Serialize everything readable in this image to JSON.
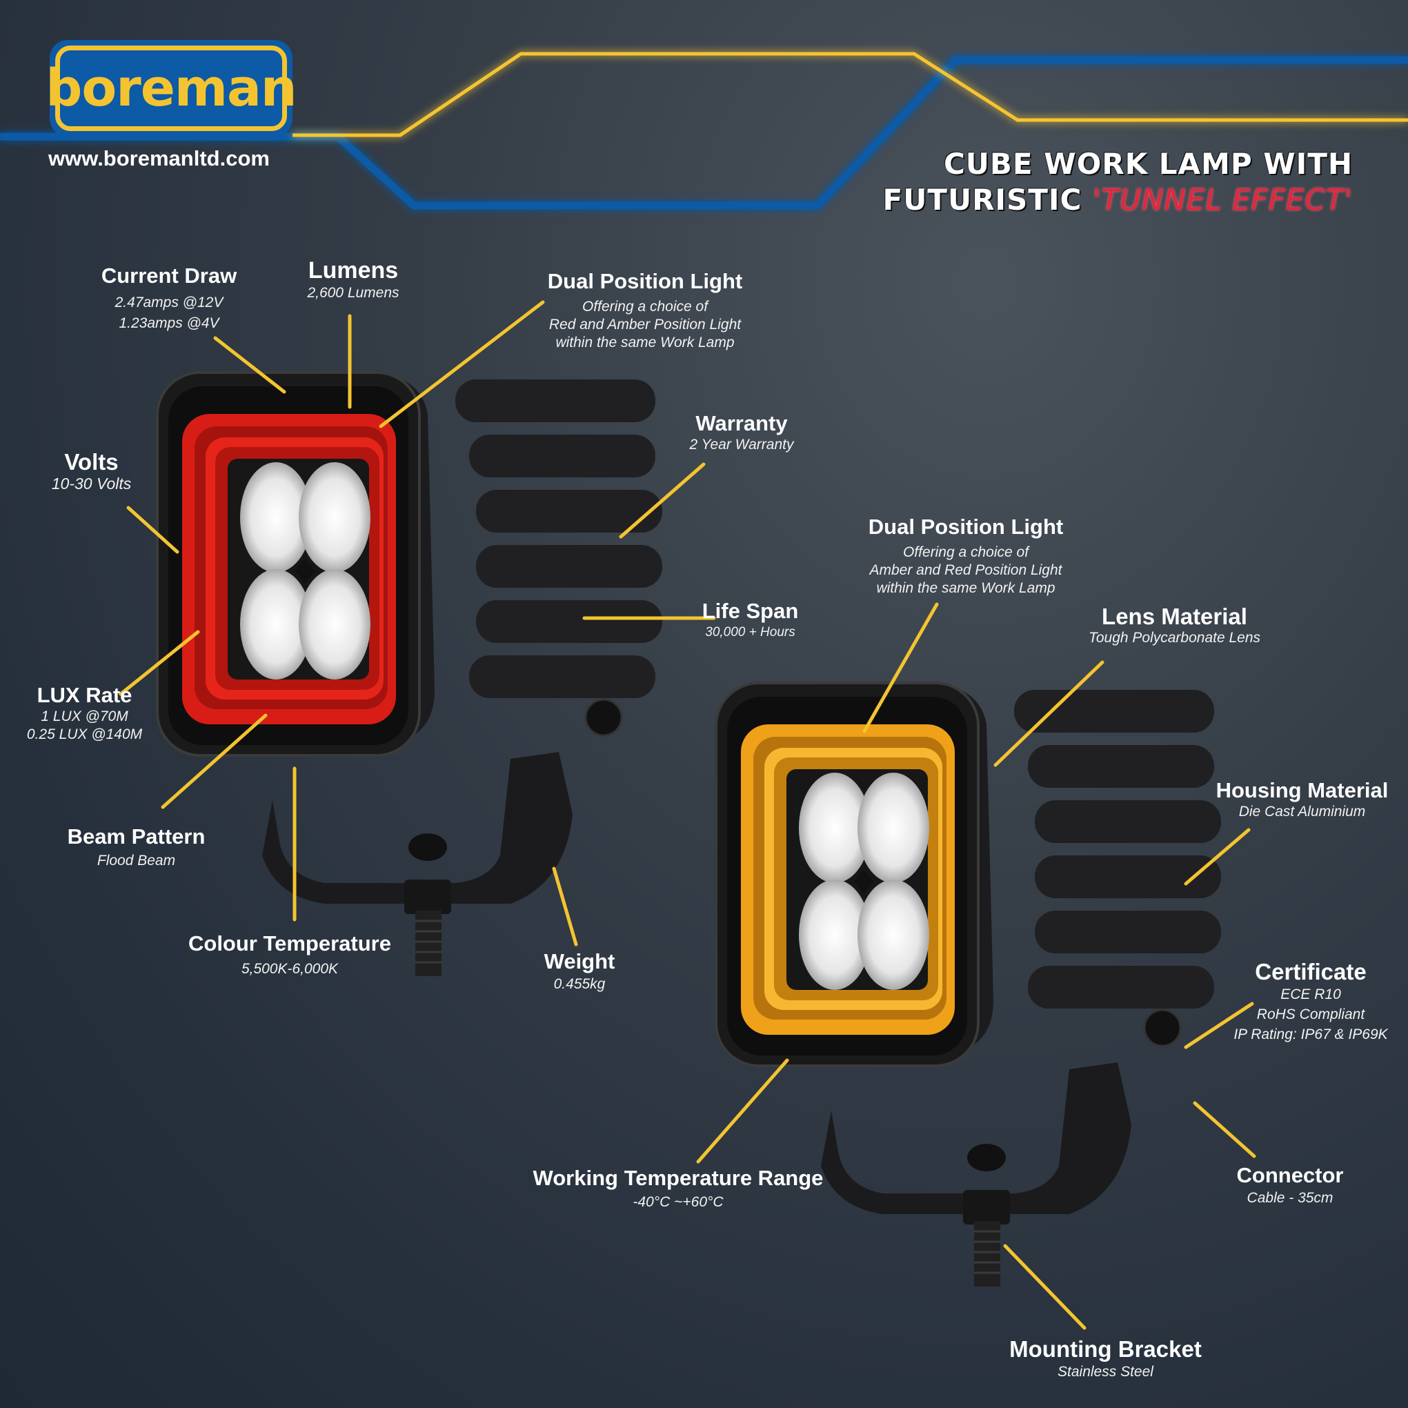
{
  "brand": {
    "logo_text": "boreman",
    "website": "www.boremanltd.com",
    "colors": {
      "logo_blue": "#0d5aa7",
      "logo_yellow": "#f4c430",
      "accent_red": "#e8243a",
      "leader_line": "#f4c430",
      "amber_ring": "#f5a81c",
      "red_ring": "#e0201a"
    }
  },
  "title": {
    "line1": "CUBE WORK LAMP WITH",
    "line2_plain": "FUTURISTIC ",
    "line2_accent": "'TUNNEL EFFECT'"
  },
  "callouts": {
    "current_draw": {
      "heading": "Current Draw",
      "lines": [
        "2.47amps @12V",
        "1.23amps @4V"
      ]
    },
    "lumens": {
      "heading": "Lumens",
      "lines": [
        "2,600 Lumens"
      ]
    },
    "dual_position_red": {
      "heading": "Dual Position Light",
      "lines": [
        "Offering a choice of",
        "Red and Amber Position Light",
        "within the same Work Lamp"
      ]
    },
    "volts": {
      "heading": "Volts",
      "lines": [
        "10-30 Volts"
      ]
    },
    "warranty": {
      "heading": "Warranty",
      "lines": [
        "2 Year Warranty"
      ]
    },
    "life_span": {
      "heading": "Life Span",
      "lines": [
        "30,000 + Hours"
      ]
    },
    "lux_rate": {
      "heading": "LUX Rate",
      "lines": [
        "1 LUX @70M",
        "0.25 LUX @140M"
      ]
    },
    "beam_pattern": {
      "heading": "Beam Pattern",
      "lines": [
        "Flood Beam"
      ]
    },
    "colour_temperature": {
      "heading": "Colour Temperature",
      "lines": [
        "5,500K-6,000K"
      ]
    },
    "weight": {
      "heading": "Weight",
      "lines": [
        "0.455kg"
      ]
    },
    "dual_position_amber": {
      "heading": "Dual Position Light",
      "lines": [
        "Offering a choice of",
        "Amber and Red Position Light",
        "within the same Work Lamp"
      ]
    },
    "lens_material": {
      "heading": "Lens Material",
      "lines": [
        "Tough Polycarbonate Lens"
      ]
    },
    "housing_material": {
      "heading": "Housing Material",
      "lines": [
        "Die Cast Aluminium"
      ]
    },
    "certificate": {
      "heading": "Certificate",
      "lines": [
        "ECE R10",
        "RoHS Compliant",
        "IP Rating: IP67 & IP69K"
      ]
    },
    "working_temperature": {
      "heading": "Working Temperature Range",
      "lines": [
        "-40°C ~+60°C"
      ]
    },
    "connector": {
      "heading": "Connector",
      "lines": [
        "Cable - 35cm"
      ]
    },
    "mounting_bracket": {
      "heading": "Mounting Bracket",
      "lines": [
        "Stainless Steel"
      ]
    }
  },
  "products": [
    {
      "name": "red-position-lamp",
      "ring_color": "red"
    },
    {
      "name": "amber-position-lamp",
      "ring_color": "amber"
    }
  ]
}
